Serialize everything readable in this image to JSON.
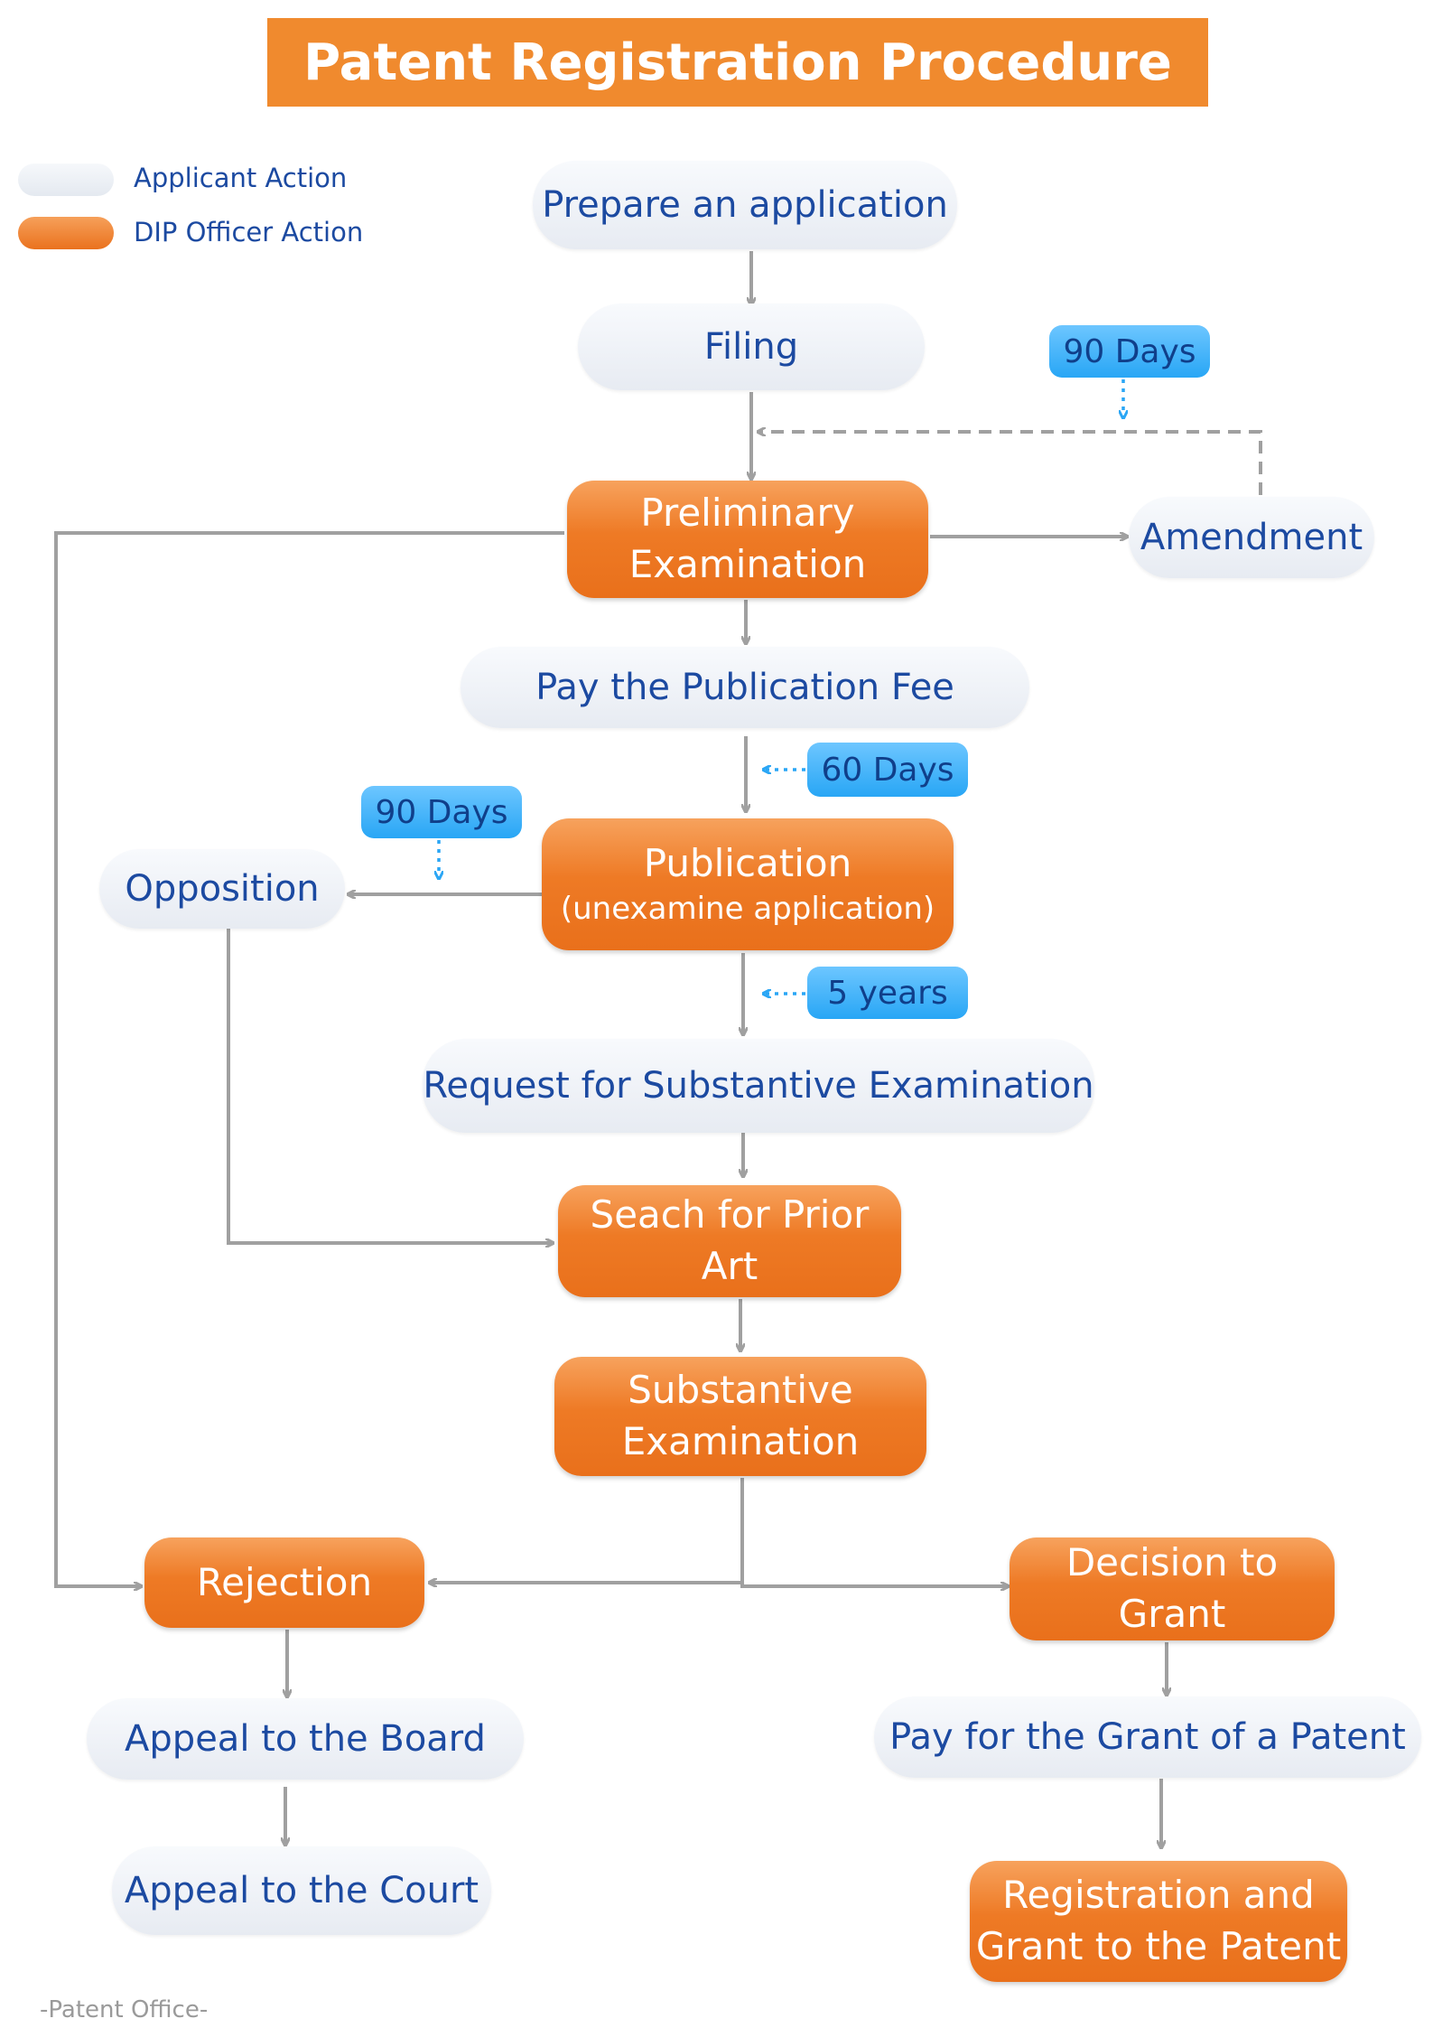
{
  "title": "Patent Registration Procedure",
  "legend": {
    "applicant": "Applicant Action",
    "officer": "DIP Officer Action"
  },
  "colors": {
    "officer_orange": "#ee7a25",
    "applicant_grey": "#e7ebf2",
    "applicant_text": "#1c4aa1",
    "days_blue": "#28a6f5",
    "arrow_grey": "#a0a0a0",
    "title_bar": "#f08a2e"
  },
  "nodes": {
    "prepare": "Prepare an application",
    "filing": "Filing",
    "preliminary": [
      "Preliminary",
      "Examination"
    ],
    "amendment": "Amendment",
    "pay_publication": "Pay the Publication Fee",
    "publication": "Publication",
    "publication_sub": "(unexamine application)",
    "opposition": "Opposition",
    "request_substantive": "Request for Substantive Examination",
    "search_prior_art": "Seach for Prior Art",
    "substantive": [
      "Substantive",
      "Examination"
    ],
    "rejection": "Rejection",
    "decision_grant": "Decision to Grant",
    "appeal_board": "Appeal to the Board",
    "pay_grant": "Pay for the Grant of a Patent",
    "appeal_court": "Appeal to the Court",
    "registration": [
      "Registration and",
      "Grant to the Patent"
    ]
  },
  "time_limits": {
    "amendment_days": "90 Days",
    "publication_fee_days": "60 Days",
    "opposition_days": "90 Days",
    "substantive_request_years": "5 years"
  },
  "footer": "-Patent Office-"
}
